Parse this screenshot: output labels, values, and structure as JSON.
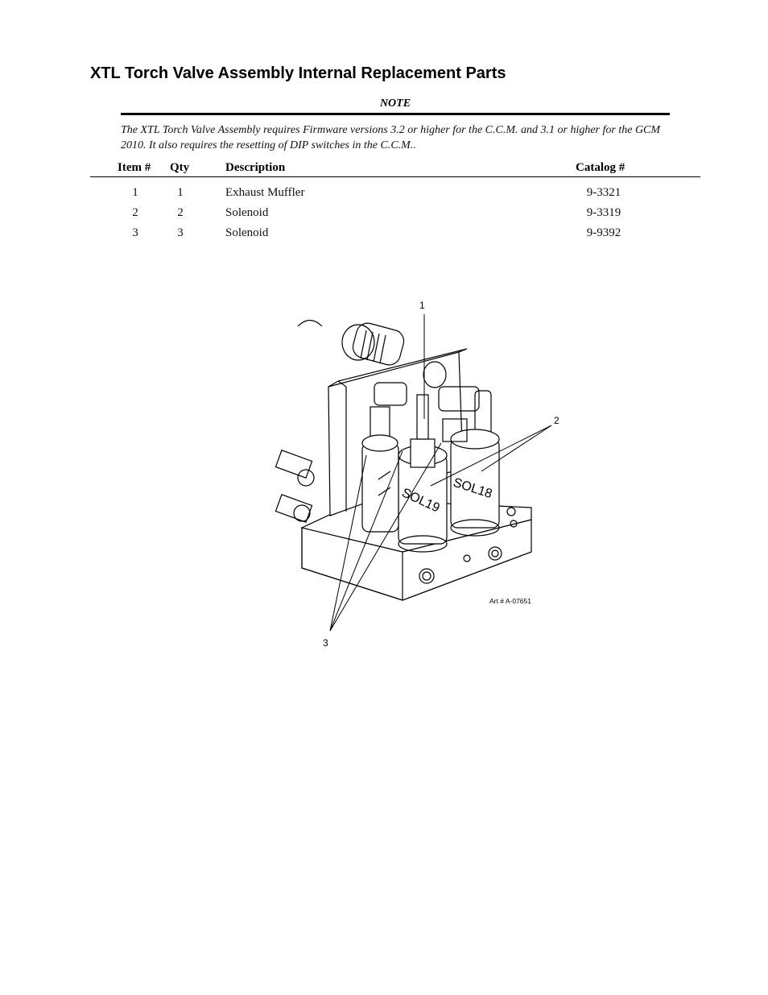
{
  "page": {
    "title": "XTL Torch Valve Assembly Internal Replacement Parts"
  },
  "note": {
    "heading": "NOTE",
    "text": "The XTL Torch Valve Assembly requires Firmware versions 3.2 or higher  for the C.C.M. and 3.1 or higher for the GCM 2010. It also requires the resetting of DIP switches in the C.C.M.."
  },
  "table": {
    "headers": {
      "item": "Item #",
      "qty": "Qty",
      "description": "Description",
      "catalog": "Catalog #"
    },
    "rows": [
      {
        "item": "1",
        "qty": "1",
        "description": "Exhaust Muffler",
        "catalog": "9-3321"
      },
      {
        "item": "2",
        "qty": "2",
        "description": "Solenoid",
        "catalog": "9-3319"
      },
      {
        "item": "3",
        "qty": "3",
        "description": "Solenoid",
        "catalog": "9-9392"
      }
    ]
  },
  "figure": {
    "callout_1": "1",
    "callout_2": "2",
    "callout_3": "3",
    "label_sol18": "SOL18",
    "label_sol19": "SOL19",
    "art_number": "Art # A-07651"
  }
}
